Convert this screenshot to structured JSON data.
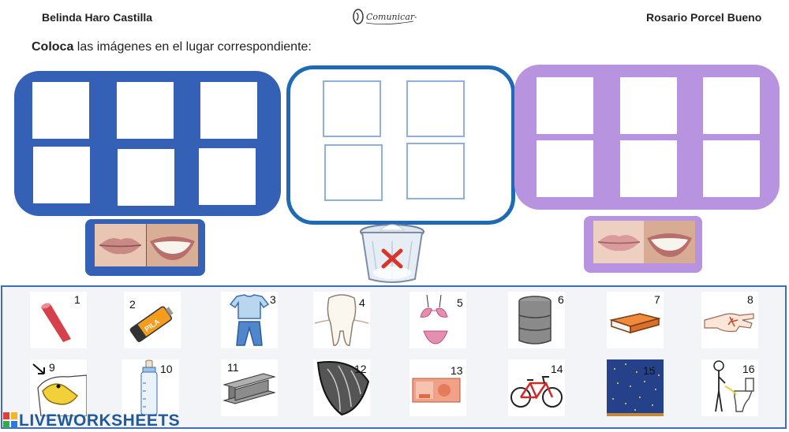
{
  "header": {
    "left_name": "Belinda Haro Castilla",
    "right_name": "Rosario Porcel Bueno"
  },
  "instruction": {
    "bold": "Coloca",
    "rest": " las imágenes en el lugar correspondiente:"
  },
  "drop_zones": {
    "blue": {
      "slots": 6,
      "color": "#3461b5"
    },
    "trash": {
      "slots": 4,
      "color": "#1f6ab4"
    },
    "purple": {
      "slots": 6,
      "color": "#b894e0"
    }
  },
  "cards": [
    {
      "num": "1",
      "icon": "chalk-icon"
    },
    {
      "num": "2",
      "icon": "battery-icon",
      "text": "PILA"
    },
    {
      "num": "3",
      "icon": "pajamas-icon"
    },
    {
      "num": "4",
      "icon": "tooth-icon"
    },
    {
      "num": "5",
      "icon": "bikini-icon"
    },
    {
      "num": "6",
      "icon": "barrel-icon"
    },
    {
      "num": "7",
      "icon": "book-icon"
    },
    {
      "num": "8",
      "icon": "hand-splinter-icon"
    },
    {
      "num": "9",
      "icon": "eagle-beak-icon"
    },
    {
      "num": "10",
      "icon": "baby-bottle-icon"
    },
    {
      "num": "11",
      "icon": "steel-beam-icon"
    },
    {
      "num": "12",
      "icon": "sunflower-seed-icon"
    },
    {
      "num": "13",
      "icon": "banknote-icon"
    },
    {
      "num": "14",
      "icon": "bicycle-icon"
    },
    {
      "num": "15",
      "icon": "starry-sky-icon"
    },
    {
      "num": "16",
      "icon": "person-toilet-icon"
    }
  ],
  "branding": {
    "text": "LIVEWORKSHEETS",
    "logo_text": "Comunicar-nos"
  }
}
